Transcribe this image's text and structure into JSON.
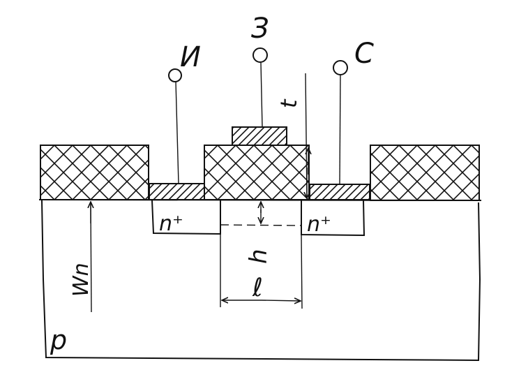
{
  "terminals": {
    "source": "И",
    "gate": "З",
    "drain": "С"
  },
  "regions": {
    "source_doping": "n⁺",
    "drain_doping": "n⁺",
    "substrate": "p"
  },
  "dimensions": {
    "oxide_thickness": "t",
    "channel_depth": "h",
    "channel_length": "ℓ",
    "depletion_width": "Wn"
  }
}
